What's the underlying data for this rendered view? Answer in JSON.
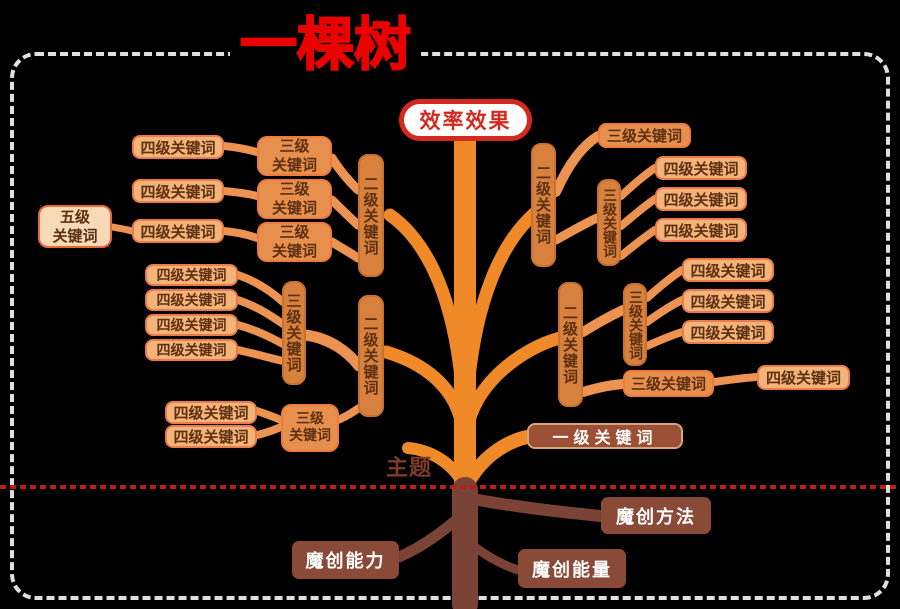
{
  "title": {
    "text": "一棵树"
  },
  "root": {
    "label": "效率效果"
  },
  "ground": {
    "label": "主题"
  },
  "branches": {
    "left_upper": {
      "l2": "二级关键词",
      "l3": [
        {
          "line1": "三级",
          "line2": "关键词"
        },
        {
          "line1": "三级",
          "line2": "关键词"
        },
        {
          "line1": "三级",
          "line2": "关键词"
        }
      ],
      "l4": [
        "四级关键词",
        "四级关键词",
        "四级关键词"
      ],
      "l5": {
        "line1": "五级",
        "line2": "关键词"
      }
    },
    "left_mid": {
      "l2": "二级关键词",
      "l3": "三级关键词",
      "l4": [
        "四级关键词",
        "四级关键词",
        "四级关键词",
        "四级关键词"
      ]
    },
    "left_lower": {
      "l3": {
        "line1": "三级",
        "line2": "关键词"
      },
      "l4": [
        "四级关键词",
        "四级关键词"
      ]
    },
    "right_upper": {
      "l2": "二级关键词",
      "l3_top": "三级关键词",
      "l3_vert": "三级关键词",
      "l4": [
        "四级关键词",
        "四级关键词",
        "四级关键词"
      ]
    },
    "right_mid": {
      "l2": "二级关键词",
      "l3_vert": "三级关键词",
      "l4": [
        "四级关键词",
        "四级关键词",
        "四级关键词"
      ],
      "l3_lower": "三级关键词",
      "l4_far": "四级关键词"
    },
    "level1": "一级关键词"
  },
  "underground": {
    "method": "魔创方法",
    "ability": "魔创能力",
    "energy": "魔创能量"
  },
  "colors": {
    "title_red": "#EB0000",
    "pill_red": "#D4291E",
    "trunk_orange": "#F08A28",
    "branch_orange": "#EC9352",
    "level2_fill": "#D8803E",
    "level3_fill": "#E78F4D",
    "level4_fill": "#F4B479",
    "level5_fill": "#F6DAB8",
    "level1_fill": "#9B4F35",
    "underground_brown": "#7B4335",
    "ground_line_red": "#B5201C",
    "border_dash": "#E0E0E0",
    "text_brown": "#5C3012"
  }
}
